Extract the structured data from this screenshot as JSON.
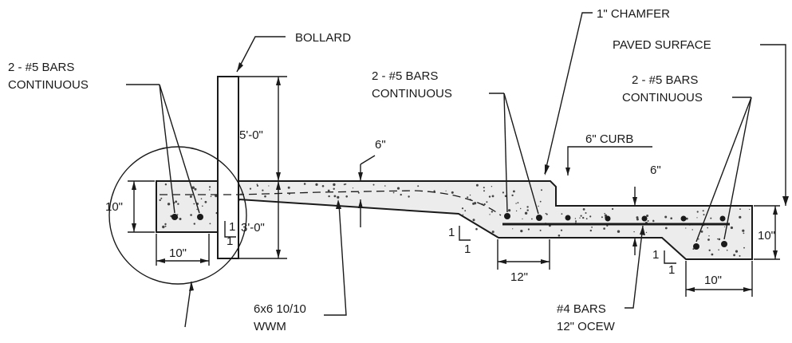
{
  "labels": {
    "bollard": "BOLLARD",
    "chamfer": "1\" CHAMFER",
    "paved_surface": "PAVED SURFACE",
    "bars_left_1": "2 - #5 BARS",
    "bars_left_2": "CONTINUOUS",
    "bars_mid_1": "2 - #5 BARS",
    "bars_mid_2": "CONTINUOUS",
    "bars_right_1": "2 - #5 BARS",
    "bars_right_2": "CONTINUOUS",
    "curb": "6\" CURB",
    "wwm_1": "6x6 10/10",
    "wwm_2": "WWM",
    "rebar_1": "#4 BARS",
    "rebar_2": "12\" OCEW"
  },
  "dimensions": {
    "bollard_above": "5'-0\"",
    "bollard_below": "3'-0\"",
    "slab_thickness_left": "6\"",
    "slab_thickness_right": "6\"",
    "left_beam_depth": "10\"",
    "left_beam_width": "10\"",
    "mid_width": "12\"",
    "right_beam_depth": "10\"",
    "right_beam_width": "10\"",
    "slope_rise_left": "1",
    "slope_run_left": "1",
    "slope_rise_mid": "1",
    "slope_run_mid": "1",
    "slope_rise_right": "1",
    "slope_run_right": "1"
  }
}
